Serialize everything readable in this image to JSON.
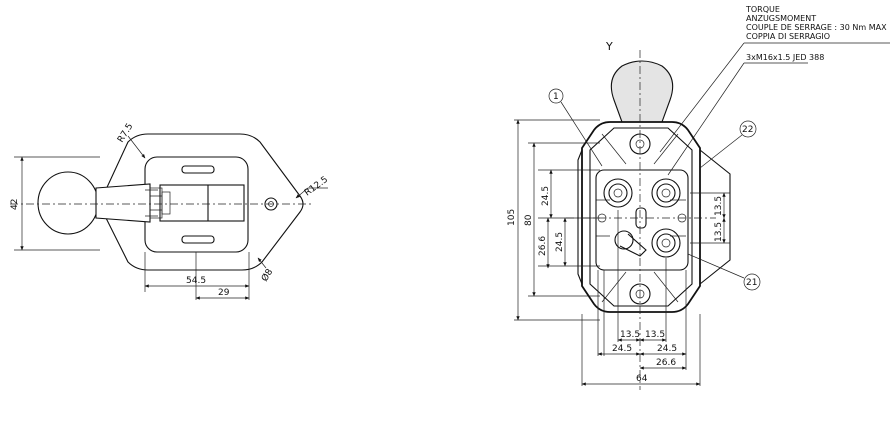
{
  "left_view": {
    "dims": {
      "r75": "R7.5",
      "r125": "R12.5",
      "d42": "42",
      "w545": "54.5",
      "w29": "29",
      "d8": "Ø8"
    }
  },
  "right_view": {
    "axis_label": "Y",
    "notes": {
      "line1": "TORQUE",
      "line2": "ANZUGSMOMENT",
      "line3": "COUPLE DE SERRAGE : 30 Nm MAX",
      "line4": "COPPIA DI SERRAGIO",
      "line5": "3xM16x1.5 JED 388"
    },
    "balloons": {
      "b1": "1",
      "b22": "22",
      "b21": "21"
    },
    "dims": {
      "h105": "105",
      "h80": "80",
      "h245a": "24.5",
      "h266": "26.6",
      "h245b": "24.5",
      "r135a": "13.5",
      "r135b": "13.5",
      "b135a": "13.5",
      "b135b": "13.5",
      "b245a": "24.5",
      "b245b": "24.5",
      "b266": "26.6",
      "b64": "64"
    }
  }
}
